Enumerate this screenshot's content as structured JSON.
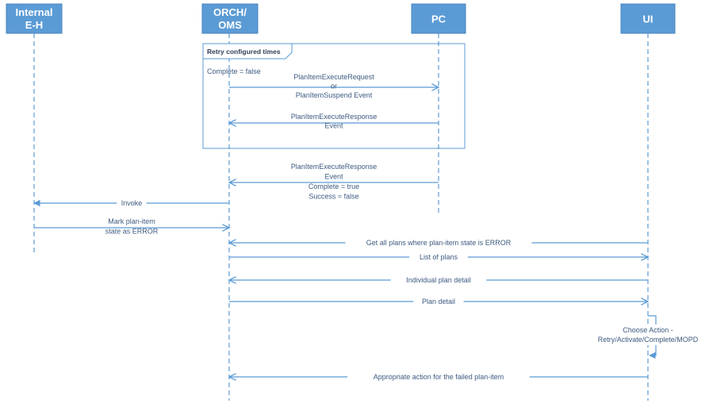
{
  "colors": {
    "header_fill": "#5b9bd5",
    "header_stroke": "#4a86bf",
    "line": "#5b9bd5",
    "text": "#3d5a80",
    "frame": "#5b9bd5"
  },
  "participants": [
    {
      "id": "eh",
      "lines": [
        "Internal",
        "E-H"
      ]
    },
    {
      "id": "orch",
      "lines": [
        "ORCH/",
        "OMS"
      ]
    },
    {
      "id": "pc",
      "lines": [
        "PC"
      ]
    },
    {
      "id": "ui",
      "lines": [
        "UI"
      ]
    }
  ],
  "frame": {
    "title": "Retry configured times",
    "guard": "Complete = false"
  },
  "messages": [
    {
      "id": "m1",
      "from": "orch",
      "to": "pc",
      "lines": [
        "PlanItemExecuteRequest",
        "or",
        "PlanItemSuspend Event"
      ]
    },
    {
      "id": "m2",
      "from": "pc",
      "to": "orch",
      "lines": [
        "PlanItemExecuteResponse",
        "Event"
      ]
    },
    {
      "id": "m3",
      "from": "pc",
      "to": "orch",
      "lines": [
        "PlanItemExecuteResponse",
        "Event",
        "Complete = true",
        "Success = false"
      ]
    },
    {
      "id": "m4",
      "from": "orch",
      "to": "eh",
      "lines": [
        "Invoke"
      ]
    },
    {
      "id": "m5",
      "from": "eh",
      "to": "orch",
      "lines": [
        "Mark plan-item",
        "state as ERROR"
      ]
    },
    {
      "id": "m6",
      "from": "ui",
      "to": "orch",
      "lines": [
        "Get all plans where plan-item state is ERROR"
      ]
    },
    {
      "id": "m7",
      "from": "orch",
      "to": "ui",
      "lines": [
        "List of plans"
      ]
    },
    {
      "id": "m8",
      "from": "ui",
      "to": "orch",
      "lines": [
        "Individual plan detail"
      ]
    },
    {
      "id": "m9",
      "from": "orch",
      "to": "ui",
      "lines": [
        "Plan detail"
      ]
    },
    {
      "id": "m10",
      "from": "ui",
      "to": "ui",
      "lines": [
        "Choose Action -",
        "Retry/Activate/Complete/MOPD"
      ]
    },
    {
      "id": "m11",
      "from": "ui",
      "to": "orch",
      "lines": [
        "Appropriate action for the failed plan-item"
      ]
    }
  ]
}
